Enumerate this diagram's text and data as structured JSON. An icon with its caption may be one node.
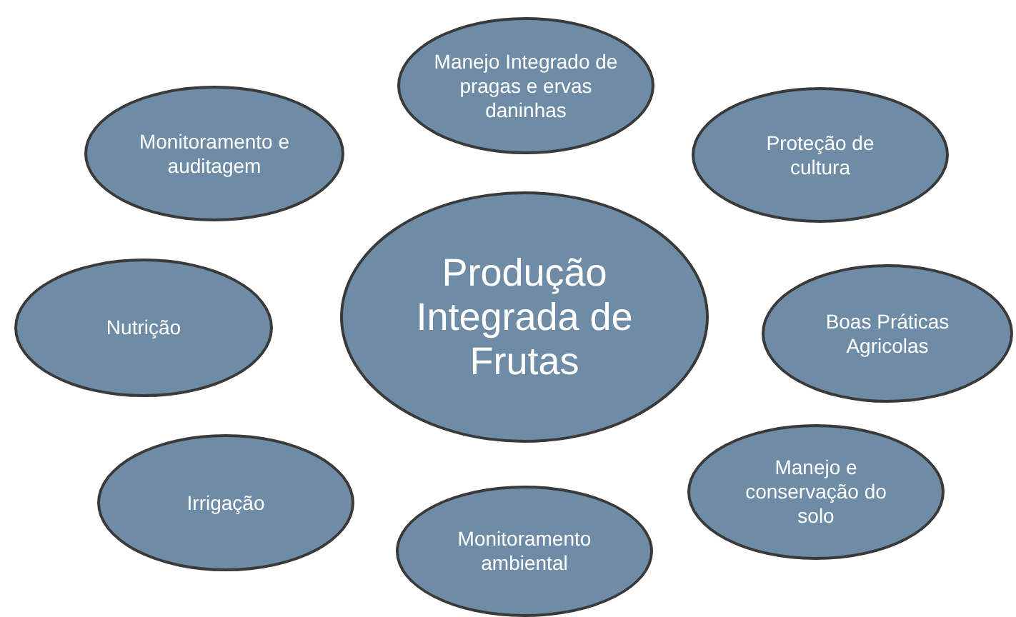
{
  "diagram": {
    "nodes": [
      {
        "text": [
          "Manejo Integrado de pragas e ervas daninhas"
        ]
      },
      {
        "text": [
          "Monitoramento e auditagem"
        ]
      },
      {
        "text": [
          "Proteção de cultura"
        ]
      },
      {
        "text": [
          "Produção Integrada de Frutas"
        ]
      },
      {
        "text": [
          "Nutrição"
        ]
      },
      {
        "text": [
          "Boas Práticas Agricolas"
        ]
      },
      {
        "text": [
          "Irrigação"
        ]
      },
      {
        "text": [
          "Manejo e conservação do solo"
        ]
      },
      {
        "text": [
          "Monitoramento ambiental"
        ]
      }
    ]
  }
}
